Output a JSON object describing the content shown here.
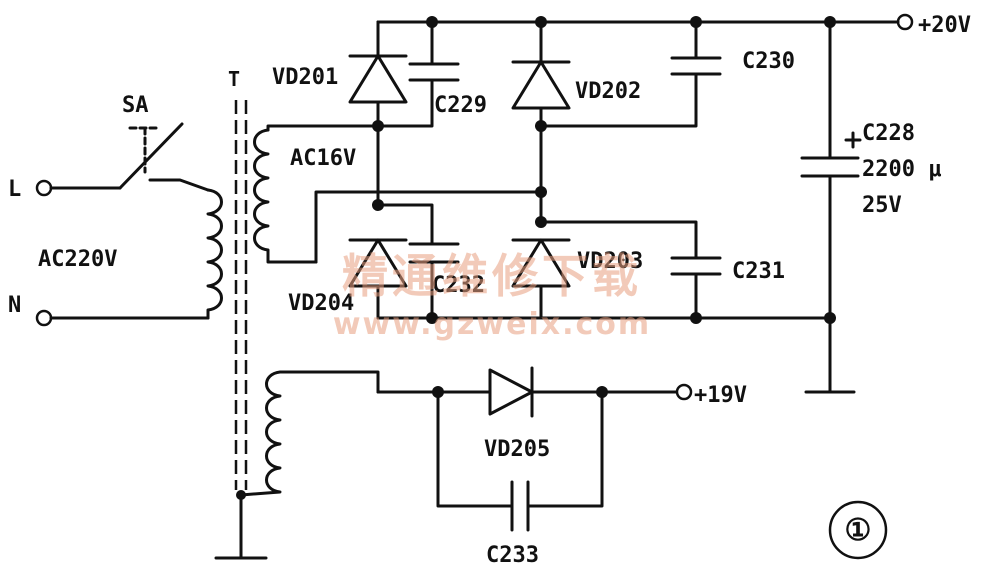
{
  "labels": {
    "transformer": "T",
    "switch": "SA",
    "input_l": "L",
    "input_n": "N",
    "input_voltage": "AC220V",
    "secondary_voltage": "AC16V",
    "out_20v": "+20V",
    "out_19v": "+19V",
    "vd201": "VD201",
    "vd202": "VD202",
    "vd203": "VD203",
    "vd204": "VD204",
    "vd205": "VD205",
    "c228": "C228",
    "c228_value": "2200 μ",
    "c228_voltage": "25V",
    "c229": "C229",
    "c230": "C230",
    "c231": "C231",
    "c232": "C232",
    "c233": "C233",
    "figure_number": "①"
  },
  "watermark": {
    "text": "精通维修下载",
    "url": "www.gzweix.com"
  }
}
